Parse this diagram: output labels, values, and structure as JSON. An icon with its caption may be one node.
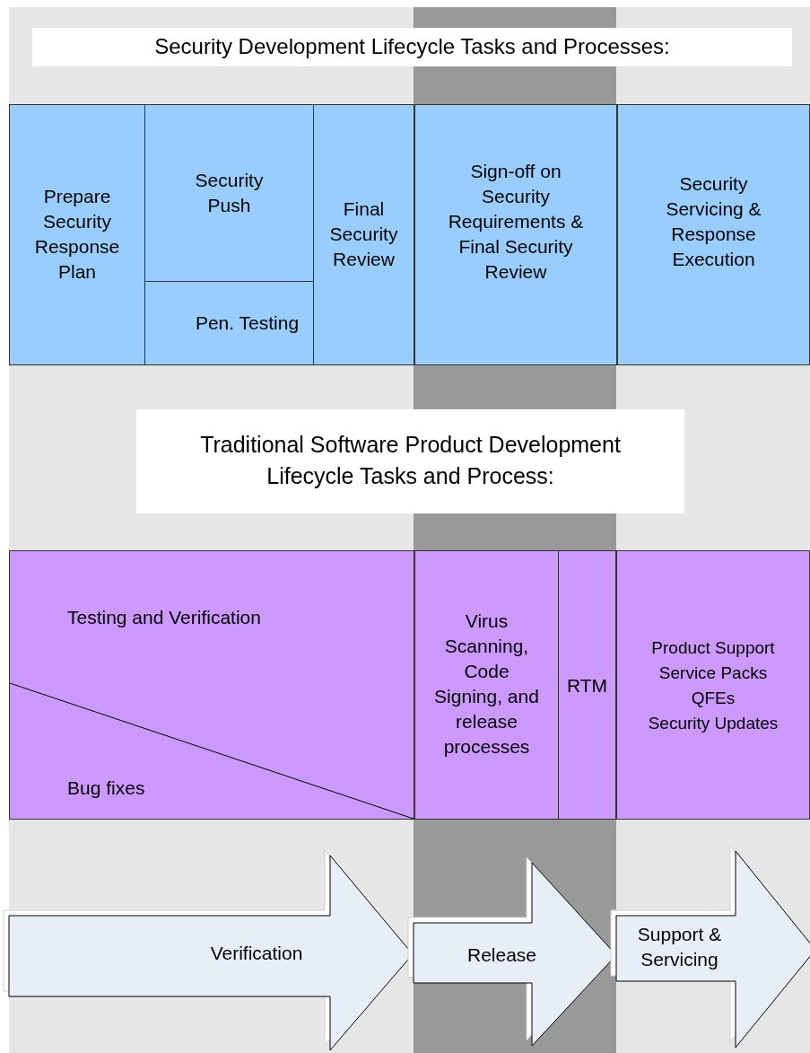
{
  "diagram": {
    "title": "Security Development Lifecycle Tasks and Processes:",
    "nodes": [
      {
        "text": [
          "Prepare Security Response Plan"
        ]
      },
      {
        "text": [
          "Security Push"
        ]
      },
      {
        "text": [
          "Pen. Testing"
        ]
      },
      {
        "text": [
          "Final Security Review"
        ]
      },
      {
        "text": [
          "Sign-off on Security Requirements & Final Security Review"
        ]
      },
      {
        "text": [
          "Security Servicing & Response Execution"
        ]
      },
      {
        "text": [
          "Traditional Software Product Development Lifecycle Tasks and Process:"
        ]
      },
      {
        "text": [
          "Testing and Verification",
          "Bug fixes"
        ]
      },
      {
        "text": [
          "Virus Scanning, Code Signing, and release processes"
        ]
      },
      {
        "text": [
          "RTM"
        ]
      },
      {
        "text": [
          "Product Support",
          "Service Packs",
          "QFEs",
          "Security Updates"
        ]
      },
      {
        "text": [
          "Verification"
        ]
      },
      {
        "text": [
          "Release"
        ]
      },
      {
        "text": [
          "Support & Servicing"
        ]
      }
    ]
  }
}
